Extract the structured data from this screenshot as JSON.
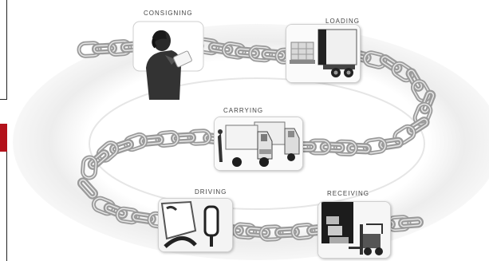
{
  "diagram": {
    "stages": [
      {
        "id": "consigning",
        "label": "CONSIGNING"
      },
      {
        "id": "loading",
        "label": "LOADING"
      },
      {
        "id": "carrying",
        "label": "CARRYING"
      },
      {
        "id": "driving",
        "label": "DRIVING"
      },
      {
        "id": "receiving",
        "label": "RECEIVING"
      }
    ],
    "colors": {
      "accent_red": "#b3121b",
      "chain": "#9a9a9a",
      "chain_highlight": "#e6e6e6",
      "ring": "#ececec",
      "label": "#444444"
    },
    "icons": [
      "businessman-phone-icon",
      "pallet-loading-truck-icon",
      "semi-trucks-icon",
      "truck-cab-interior-icon",
      "forklift-warehouse-icon"
    ]
  }
}
